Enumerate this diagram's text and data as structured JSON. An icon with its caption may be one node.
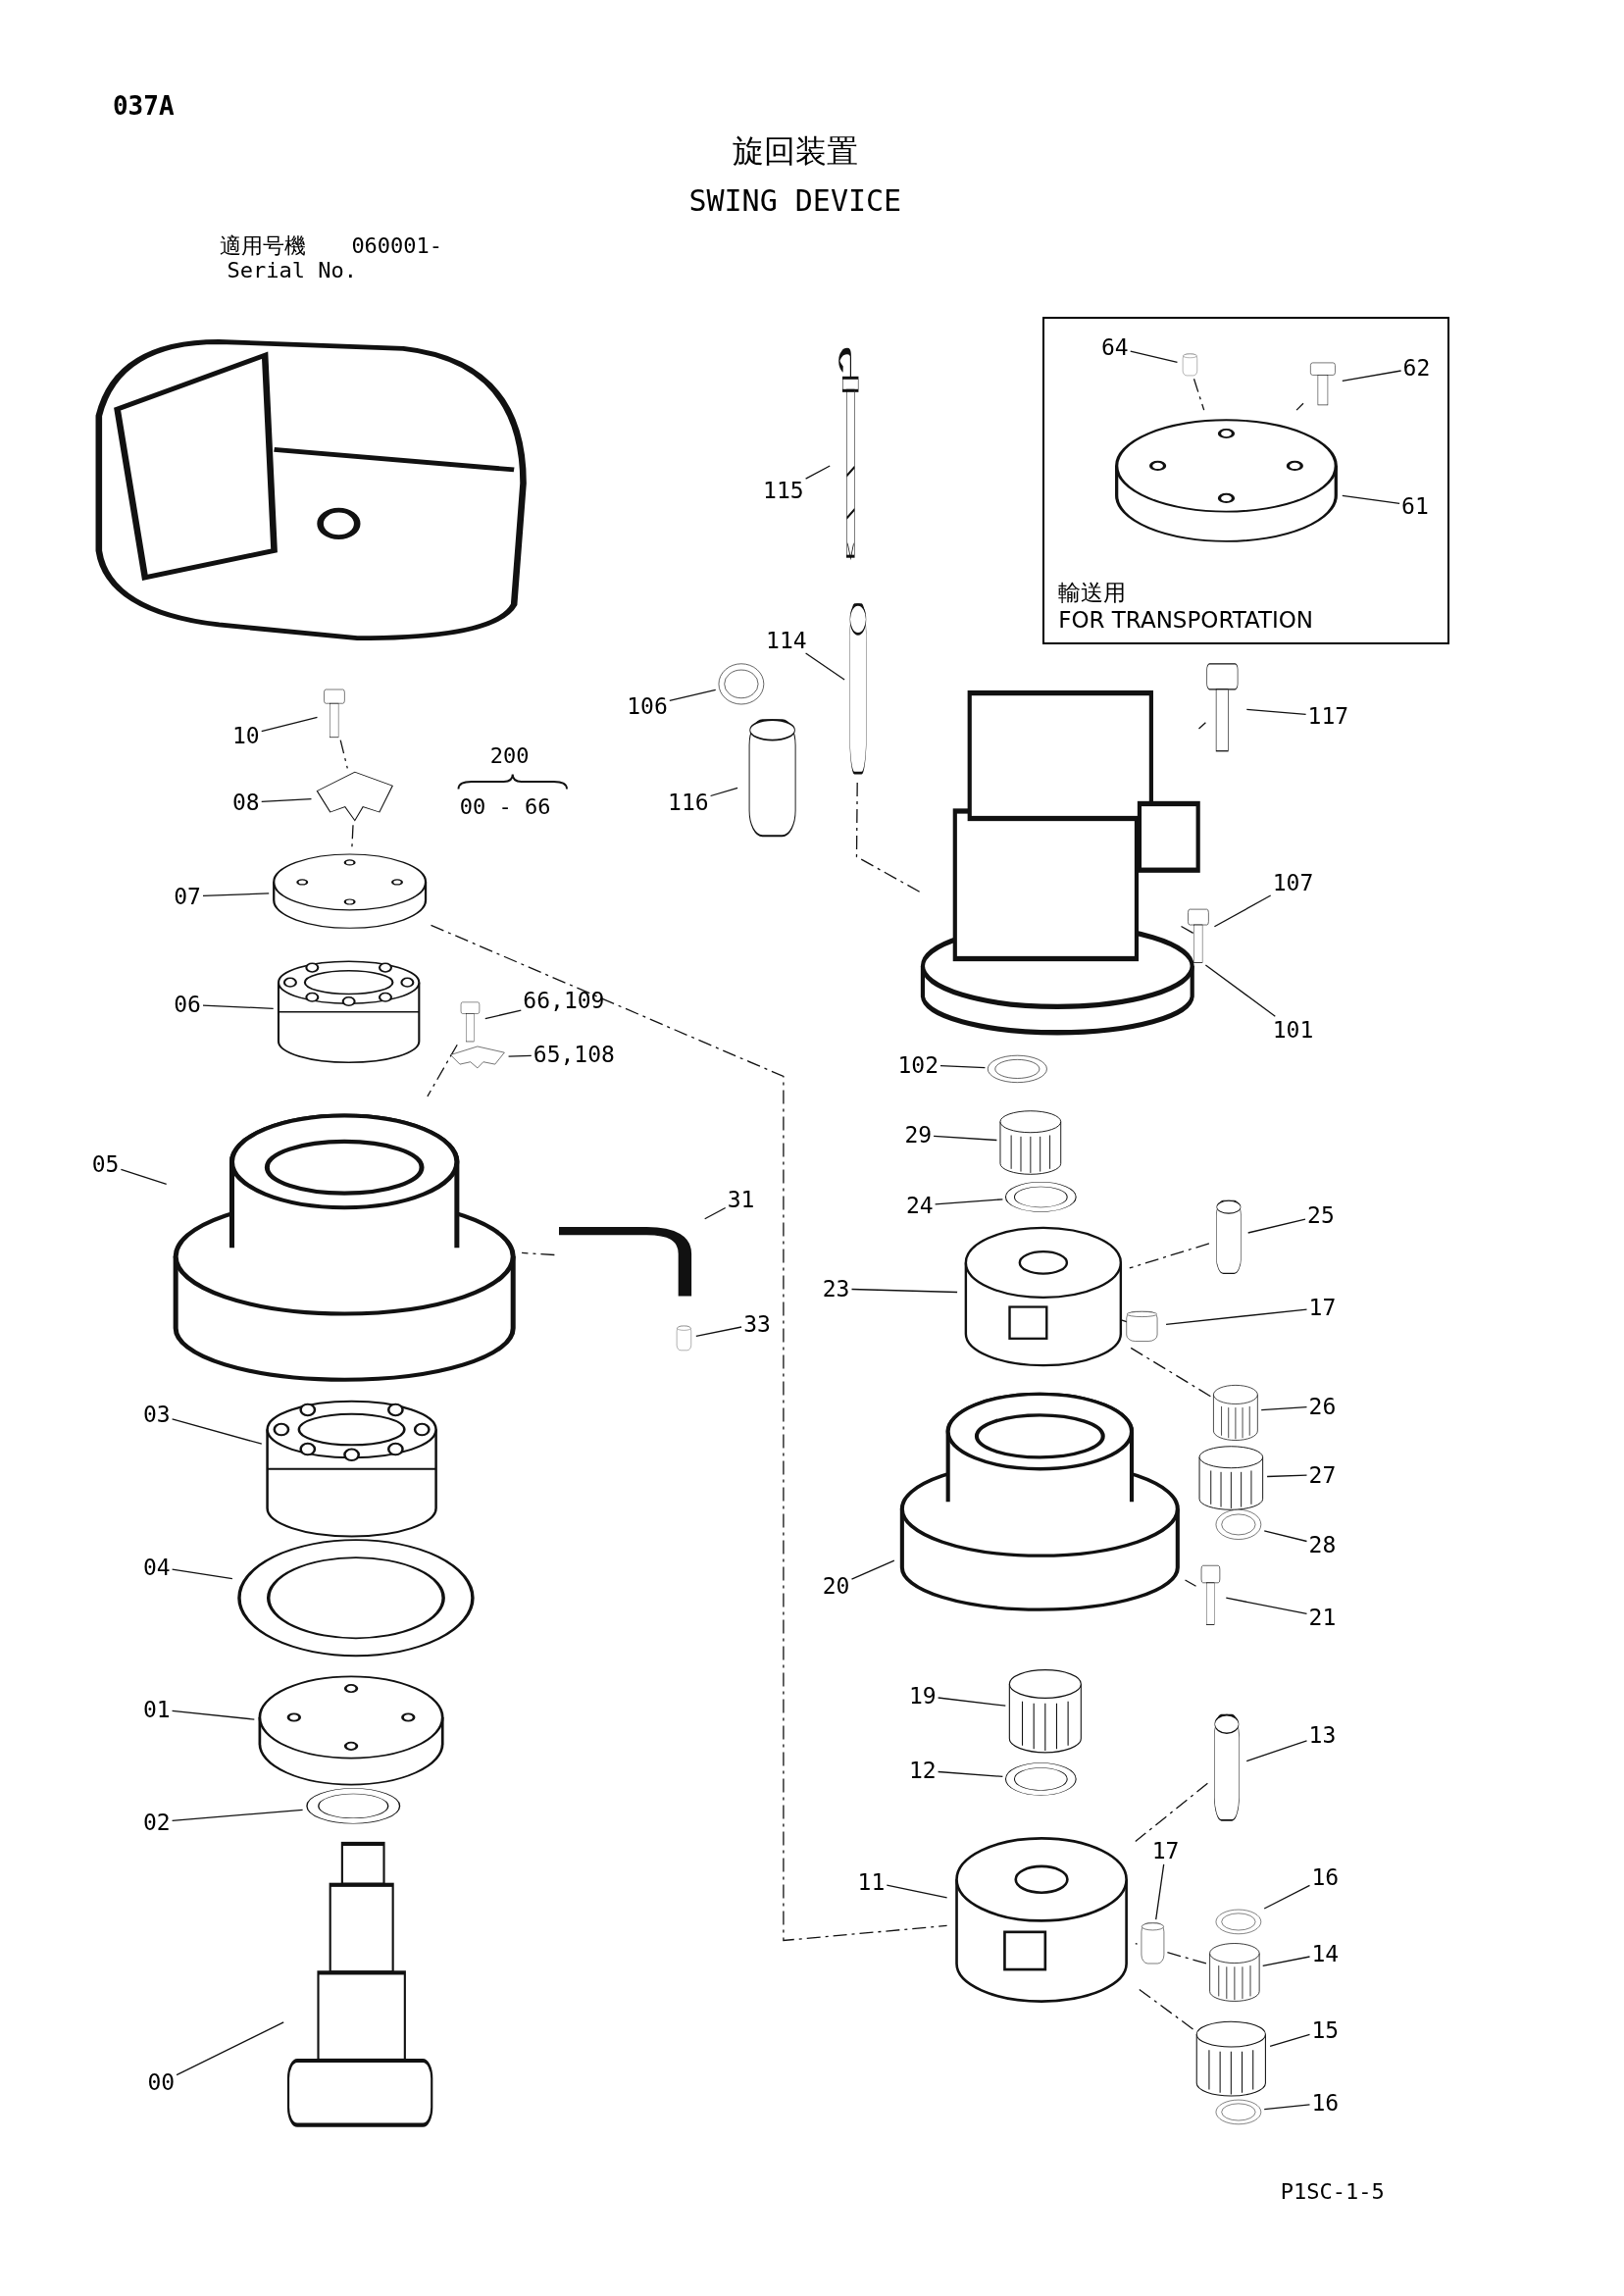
{
  "diagram": {
    "title": "旋回装置",
    "nodes": [
      {
        "text": [],
        "shape": "picture"
      },
      {
        "text": [
          "輸送用",
          "FOR TRANSPORTATION"
        ]
      },
      {
        "text": [
          "64"
        ],
        "in": 1
      },
      {
        "text": [],
        "shape": "picture",
        "in": 1
      },
      {
        "text": [
          "62"
        ],
        "in": 1
      },
      {
        "text": [],
        "shape": "picture",
        "in": 1
      },
      {
        "text": [
          "61"
        ],
        "in": 1
      },
      {
        "text": [],
        "shape": "picture",
        "in": 1
      },
      {
        "text": [
          "115"
        ]
      },
      {
        "text": [],
        "shape": "picture"
      },
      {
        "text": [
          "114"
        ]
      },
      {
        "text": [],
        "shape": "picture"
      },
      {
        "text": [
          "106"
        ]
      },
      {
        "text": [],
        "shape": "picture"
      },
      {
        "text": [
          "116"
        ]
      },
      {
        "text": [],
        "shape": "picture"
      },
      {
        "text": [
          "117"
        ]
      },
      {
        "text": [],
        "shape": "picture"
      },
      {
        "text": [],
        "shape": "picture"
      },
      {
        "text": [
          "101"
        ]
      },
      {
        "text": [
          "107"
        ]
      },
      {
        "text": [],
        "shape": "picture"
      },
      {
        "text": [
          "102"
        ]
      },
      {
        "text": [],
        "shape": "picture"
      },
      {
        "text": [
          "29"
        ]
      },
      {
        "text": [],
        "shape": "picture"
      },
      {
        "text": [
          "24"
        ]
      },
      {
        "text": [],
        "shape": "picture"
      },
      {
        "text": [
          "25"
        ]
      },
      {
        "text": [],
        "shape": "picture"
      },
      {
        "text": [
          "23"
        ]
      },
      {
        "text": [],
        "shape": "picture"
      },
      {
        "text": [
          "17"
        ]
      },
      {
        "text": [],
        "shape": "picture"
      },
      {
        "text": [
          "26"
        ]
      },
      {
        "text": [],
        "shape": "picture"
      },
      {
        "text": [
          "27"
        ]
      },
      {
        "text": [],
        "shape": "picture"
      },
      {
        "text": [
          "28"
        ]
      },
      {
        "text": [],
        "shape": "picture"
      },
      {
        "text": [
          "20"
        ]
      },
      {
        "text": [],
        "shape": "picture"
      },
      {
        "text": [
          "21"
        ]
      },
      {
        "text": [],
        "shape": "picture"
      },
      {
        "text": [
          "19"
        ]
      },
      {
        "text": [],
        "shape": "picture"
      },
      {
        "text": [
          "13"
        ]
      },
      {
        "text": [],
        "shape": "picture"
      },
      {
        "text": [
          "12"
        ]
      },
      {
        "text": [],
        "shape": "picture"
      },
      {
        "text": [
          "11"
        ]
      },
      {
        "text": [],
        "shape": "picture"
      },
      {
        "text": [
          "17"
        ]
      },
      {
        "text": [],
        "shape": "picture"
      },
      {
        "text": [
          "16"
        ]
      },
      {
        "text": [],
        "shape": "picture"
      },
      {
        "text": [
          "14"
        ]
      },
      {
        "text": [],
        "shape": "picture"
      },
      {
        "text": [
          "15"
        ]
      },
      {
        "text": [],
        "shape": "picture"
      },
      {
        "text": [
          "16"
        ]
      },
      {
        "text": [],
        "shape": "picture"
      },
      {
        "text": [
          "10"
        ]
      },
      {
        "text": [],
        "shape": "picture"
      },
      {
        "text": [
          "08"
        ]
      },
      {
        "text": [],
        "shape": "picture"
      },
      {
        "text": [
          "07"
        ]
      },
      {
        "text": [],
        "shape": "picture"
      },
      {
        "text": [
          "06"
        ]
      },
      {
        "text": [],
        "shape": "picture"
      },
      {
        "text": [
          "66,109"
        ]
      },
      {
        "text": [],
        "shape": "picture"
      },
      {
        "text": [
          "65,108"
        ]
      },
      {
        "text": [],
        "shape": "picture"
      },
      {
        "text": [
          "05"
        ]
      },
      {
        "text": [],
        "shape": "picture"
      },
      {
        "text": [
          "31"
        ]
      },
      {
        "text": [],
        "shape": "picture"
      },
      {
        "text": [
          "33"
        ]
      },
      {
        "text": [],
        "shape": "picture"
      },
      {
        "text": [
          "03"
        ]
      },
      {
        "text": [],
        "shape": "picture"
      },
      {
        "text": [
          "04"
        ]
      },
      {
        "text": [],
        "shape": "picture"
      },
      {
        "text": [
          "01"
        ]
      },
      {
        "text": [],
        "shape": "picture"
      },
      {
        "text": [
          "02"
        ]
      },
      {
        "text": [],
        "shape": "picture"
      },
      {
        "text": [
          "00"
        ]
      },
      {
        "text": [],
        "shape": "picture"
      }
    ],
    "edges": [
      {
        "from": 2,
        "to": 3,
        "arrow": "none"
      },
      {
        "from": 4,
        "to": 5,
        "arrow": "none"
      },
      {
        "from": 6,
        "to": 7,
        "arrow": "none"
      },
      {
        "from": 8,
        "to": 9,
        "arrow": "none"
      },
      {
        "from": 10,
        "to": 11,
        "arrow": "none"
      },
      {
        "from": 12,
        "to": 13,
        "arrow": "none"
      },
      {
        "from": 14,
        "to": 15,
        "arrow": "none"
      },
      {
        "from": 16,
        "to": 17,
        "arrow": "none"
      },
      {
        "from": 19,
        "to": 18,
        "arrow": "none"
      },
      {
        "from": 20,
        "to": 21,
        "arrow": "none"
      },
      {
        "from": 22,
        "to": 23,
        "arrow": "none"
      },
      {
        "from": 24,
        "to": 25,
        "arrow": "none"
      },
      {
        "from": 26,
        "to": 27,
        "arrow": "none"
      },
      {
        "from": 28,
        "to": 29,
        "arrow": "none"
      },
      {
        "from": 30,
        "to": 31,
        "arrow": "none"
      },
      {
        "from": 32,
        "to": 33,
        "arrow": "none"
      },
      {
        "from": 34,
        "to": 35,
        "arrow": "none"
      },
      {
        "from": 36,
        "to": 37,
        "arrow": "none"
      },
      {
        "from": 38,
        "to": 39,
        "arrow": "none"
      },
      {
        "from": 40,
        "to": 41,
        "arrow": "none"
      },
      {
        "from": 42,
        "to": 43,
        "arrow": "none"
      },
      {
        "from": 44,
        "to": 45,
        "arrow": "none"
      },
      {
        "from": 46,
        "to": 47,
        "arrow": "none"
      },
      {
        "from": 48,
        "to": 49,
        "arrow": "none"
      },
      {
        "from": 50,
        "to": 51,
        "arrow": "none"
      },
      {
        "from": 52,
        "to": 53,
        "arrow": "none"
      },
      {
        "from": 54,
        "to": 55,
        "arrow": "none"
      },
      {
        "from": 56,
        "to": 57,
        "arrow": "none"
      },
      {
        "from": 58,
        "to": 59,
        "arrow": "none"
      },
      {
        "from": 60,
        "to": 61,
        "arrow": "none"
      },
      {
        "from": 62,
        "to": 63,
        "arrow": "none"
      },
      {
        "from": 64,
        "to": 65,
        "arrow": "none"
      },
      {
        "from": 66,
        "to": 67,
        "arrow": "none"
      },
      {
        "from": 68,
        "to": 69,
        "arrow": "none"
      },
      {
        "from": 70,
        "to": 71,
        "arrow": "none"
      },
      {
        "from": 72,
        "to": 73,
        "arrow": "none"
      },
      {
        "from": 74,
        "to": 75,
        "arrow": "none"
      },
      {
        "from": 76,
        "to": 77,
        "arrow": "none"
      },
      {
        "from": 78,
        "to": 79,
        "arrow": "none"
      },
      {
        "from": 80,
        "to": 81,
        "arrow": "none"
      },
      {
        "from": 82,
        "to": 83,
        "arrow": "none"
      },
      {
        "from": 84,
        "to": 85,
        "arrow": "none"
      },
      {
        "from": 86,
        "to": 87,
        "arrow": "none"
      },
      {
        "from": 88,
        "to": 89,
        "arrow": "none"
      },
      {
        "from": 3,
        "to": 7,
        "arrow": "none",
        "style": "dashed"
      },
      {
        "from": 5,
        "to": 7,
        "arrow": "none",
        "style": "dashed"
      },
      {
        "from": 11,
        "to": 18,
        "arrow": "none",
        "style": "dashed"
      },
      {
        "from": 17,
        "to": 18,
        "arrow": "none",
        "style": "dashed"
      },
      {
        "from": 21,
        "to": 18,
        "arrow": "none",
        "style": "dashed"
      },
      {
        "from": 63,
        "to": 65,
        "arrow": "none",
        "style": "dashed"
      },
      {
        "from": 65,
        "to": 67,
        "arrow": "none",
        "style": "dashed"
      },
      {
        "from": 71,
        "to": 75,
        "arrow": "none",
        "style": "dashed"
      },
      {
        "from": 77,
        "to": 75,
        "arrow": "none",
        "style": "dashed"
      },
      {
        "from": 67,
        "to": 51,
        "arrow": "none",
        "style": "dashed"
      },
      {
        "from": 29,
        "to": 31,
        "arrow": "none",
        "style": "dashed"
      },
      {
        "from": 33,
        "to": 31,
        "arrow": "none",
        "style": "dashed"
      },
      {
        "from": 35,
        "to": 31,
        "arrow": "none",
        "style": "dashed"
      },
      {
        "from": 43,
        "to": 41,
        "arrow": "none",
        "style": "dashed"
      },
      {
        "from": 47,
        "to": 51,
        "arrow": "none",
        "style": "dashed"
      },
      {
        "from": 57,
        "to": 51,
        "arrow": "none",
        "style": "dashed"
      },
      {
        "from": 59,
        "to": 51,
        "arrow": "none",
        "style": "dashed"
      }
    ],
    "labels": [
      "037A",
      "SWING DEVICE",
      "適用号機",
      "060001-",
      "Serial No.",
      "200",
      "00 - 66",
      "P1SC-1-5"
    ]
  }
}
